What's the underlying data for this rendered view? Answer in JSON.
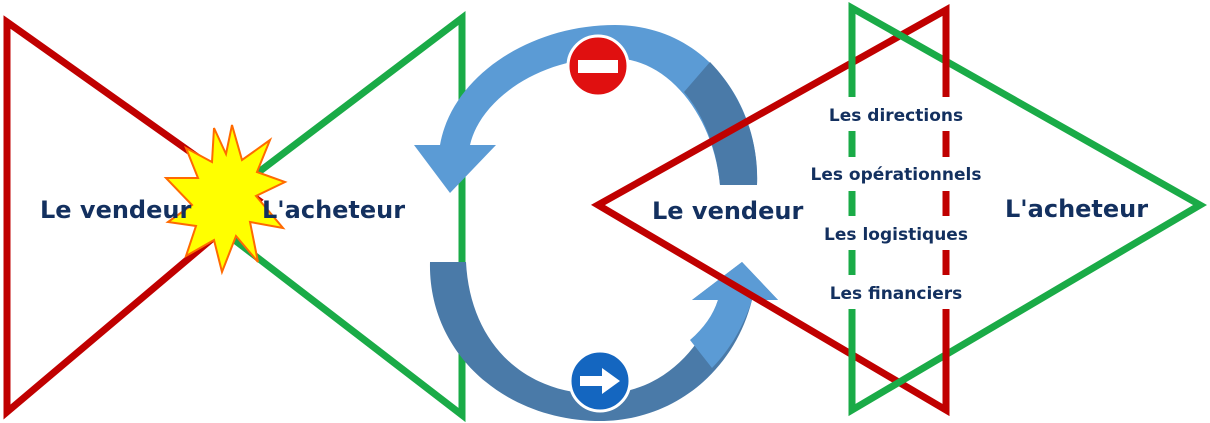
{
  "left_diagram": {
    "seller_label": "Le vendeur",
    "buyer_label": "L'acheteur"
  },
  "cycle": {
    "top_sign_icon": "no-entry-icon",
    "bottom_sign_icon": "right-arrow-sign-icon"
  },
  "right_diagram": {
    "seller_label": "Le vendeur",
    "buyer_label": "L'acheteur",
    "layers": [
      "Les directions",
      "Les opérationnels",
      "Les logistiques",
      "Les financiers"
    ]
  },
  "colors": {
    "seller": "#c00000",
    "buyer": "#1aab47",
    "arrow_light": "#5b9bd5",
    "arrow_dark": "#4a7aa8",
    "text": "#13305f",
    "burst_fill": "#ffff00",
    "burst_stroke": "#ff6a00",
    "no_entry": "#e01010",
    "direction_sign": "#1466c0"
  }
}
